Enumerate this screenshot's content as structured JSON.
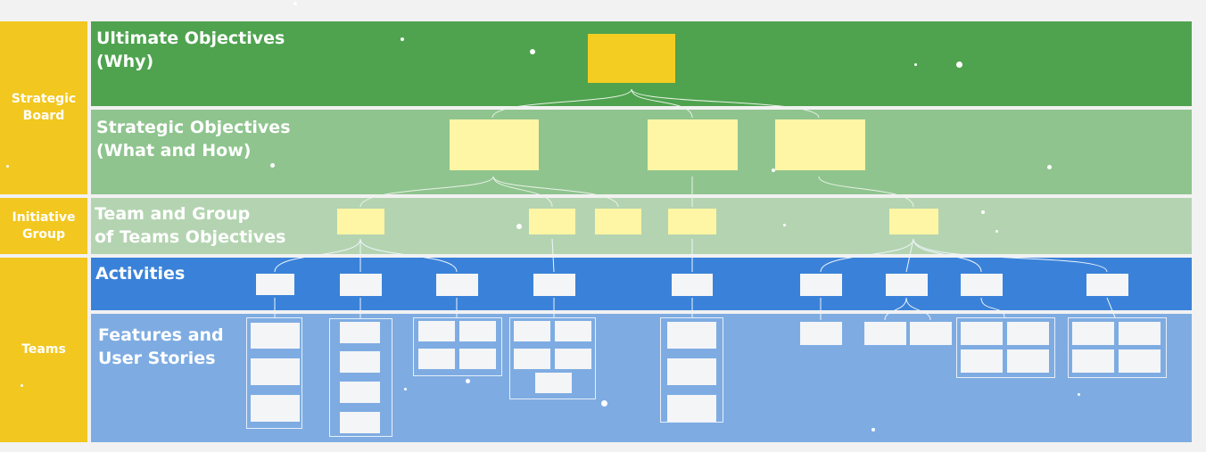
{
  "sidebar": {
    "strategic": "Strategic Board",
    "initiative": "Initiative Group",
    "teams": "Teams"
  },
  "bands": {
    "ultimate": "Ultimate Objectives\n(Why)",
    "strategic": "Strategic Objectives\n(What and How)",
    "team_group": "Team and Group\nof Teams Objectives",
    "activities": "Activities",
    "features": "Features and\nUser Stories"
  },
  "colors": {
    "sidebar": "#f2c71f",
    "ultimate_band": "#4fa34f",
    "strategic_band": "#8fc48f",
    "team_band": "#b4d4b1",
    "activities_band": "#3a82d9",
    "features_band": "#7eace2",
    "sticky_gold": "#f4cd22",
    "sticky_light": "#fef6a4",
    "card": "#f4f5f7"
  }
}
